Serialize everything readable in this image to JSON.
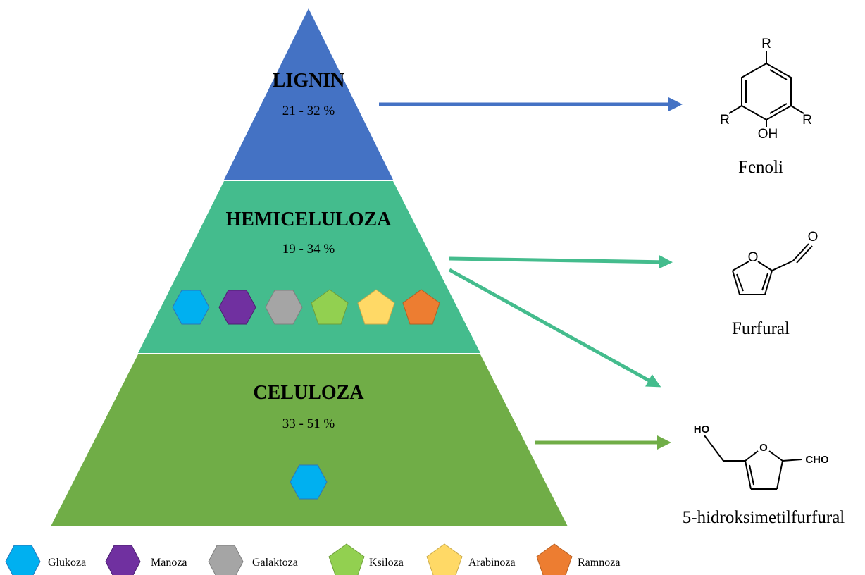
{
  "pyramid": {
    "tiers": [
      {
        "id": "lignin",
        "title": "LIGNIN",
        "percent": "21 - 32 %",
        "color": "#4472C4"
      },
      {
        "id": "hemiceluloza",
        "title": "HEMICELULOZA",
        "percent": "19 - 34 %",
        "color": "#44BC8D"
      },
      {
        "id": "celuloza",
        "title": "CELULOZA",
        "percent": "33 - 51 %",
        "color": "#70AD47"
      }
    ]
  },
  "products": {
    "fenoli": {
      "name": "Fenoli",
      "substituent": "R",
      "group": "OH"
    },
    "furfural": {
      "name": "Furfural",
      "ring_atom": "O",
      "carbonyl_atom": "O"
    },
    "hmf": {
      "name": "5-hidroksimetilfurfural",
      "ho": "HO",
      "ring_atom": "O",
      "cho": "CHO"
    }
  },
  "arrows": [
    {
      "from": "lignin",
      "to": "fenoli",
      "color": "#4472C4"
    },
    {
      "from": "hemiceluloza",
      "to": "furfural",
      "color": "#44BC8D"
    },
    {
      "from": "hemiceluloza",
      "to": "hmf",
      "color": "#44BC8D"
    },
    {
      "from": "celuloza",
      "to": "hmf",
      "color": "#70AD47"
    }
  ],
  "legend": [
    {
      "label": "Glukoza",
      "shape": "hexagon",
      "color": "#00B0F0"
    },
    {
      "label": "Manoza",
      "shape": "hexagon",
      "color": "#7030A0"
    },
    {
      "label": "Galaktoza",
      "shape": "hexagon",
      "color": "#A5A5A5"
    },
    {
      "label": "Ksiloza",
      "shape": "pentagon",
      "color": "#92D050"
    },
    {
      "label": "Arabinoza",
      "shape": "pentagon",
      "color": "#FFD966"
    },
    {
      "label": "Ramnoza",
      "shape": "pentagon",
      "color": "#ED7D31"
    }
  ]
}
